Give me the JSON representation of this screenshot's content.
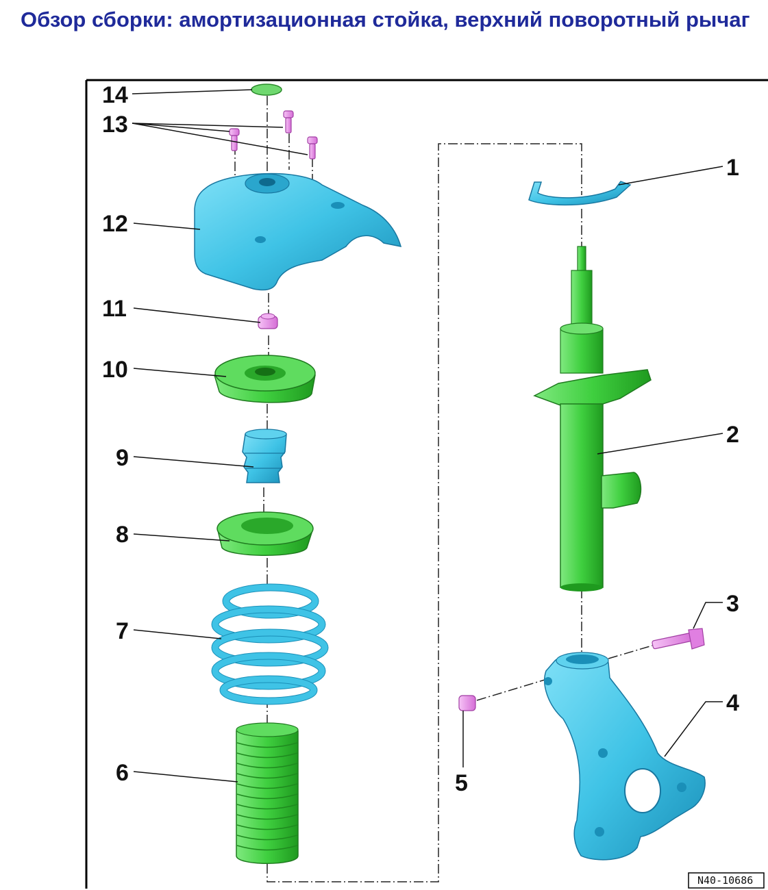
{
  "title": "Обзор сборки: амортизационная стойка, верхний поворотный рычаг",
  "reference_code": "N40-10686",
  "callouts": [
    "1",
    "2",
    "3",
    "4",
    "5",
    "6",
    "7",
    "8",
    "9",
    "10",
    "11",
    "12",
    "13",
    "14"
  ],
  "colors": {
    "title": "#1f2a9a",
    "blue_part": "#3fc3e6",
    "green_part": "#3fcf3f",
    "pink_part": "#e98bea"
  }
}
